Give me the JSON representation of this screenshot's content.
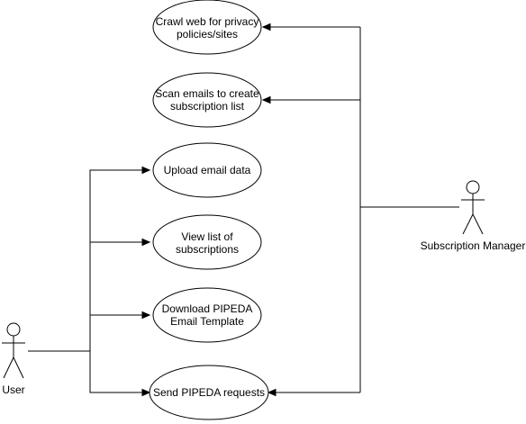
{
  "actors": {
    "user": {
      "name": "User"
    },
    "manager": {
      "name": "Subscription Manager"
    }
  },
  "use_cases": {
    "crawl": {
      "lines": [
        "Crawl web for privacy",
        "policies/sites"
      ]
    },
    "scan": {
      "lines": [
        "Scan emails to create",
        "subscription list"
      ]
    },
    "upload": {
      "lines": [
        "Upload email data"
      ]
    },
    "view": {
      "lines": [
        "View list of",
        "subscriptions"
      ]
    },
    "download": {
      "lines": [
        "Download PIPEDA",
        "Email Template"
      ]
    },
    "send": {
      "lines": [
        "Send PIPEDA requests"
      ]
    }
  },
  "colors": {
    "stroke": "#000000",
    "fill": "#ffffff",
    "background": "#ffffff"
  }
}
